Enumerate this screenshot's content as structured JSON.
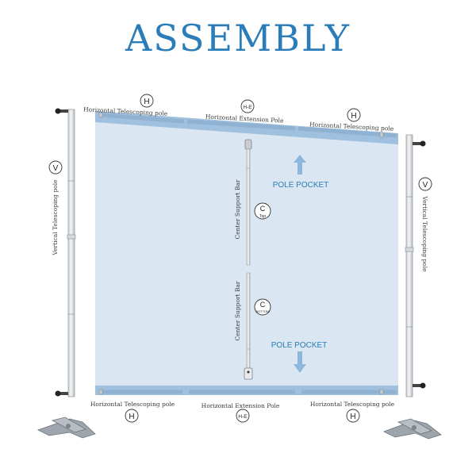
{
  "title": "ASSEMBLY",
  "colors": {
    "title": "#2a7db8",
    "banner": "#dae6f2",
    "pocket": "#9fc0de",
    "arrow": "#8eb7dc",
    "pocket_label": "#2a7db8",
    "pole": "#ecedee",
    "pole_edge": "#9aa0a6",
    "text": "#3a3a3a"
  },
  "labels": {
    "horizontal_telescoping": "Horizontal Telescoping pole",
    "horizontal_extension": "Horizontal Extension Pole",
    "vertical_telescoping": "Vertical Telescoping pole",
    "center_support": "Center Support Bar",
    "pole_pocket": "POLE POCKET"
  },
  "codes": {
    "h": "H",
    "he": "H-E",
    "v": "V",
    "c": "C",
    "top": "Top",
    "bottom": "BOTTOM"
  },
  "icons": [
    "end-cap-icon",
    "base-foot-icon",
    "arrow-up-icon",
    "arrow-down-icon"
  ]
}
